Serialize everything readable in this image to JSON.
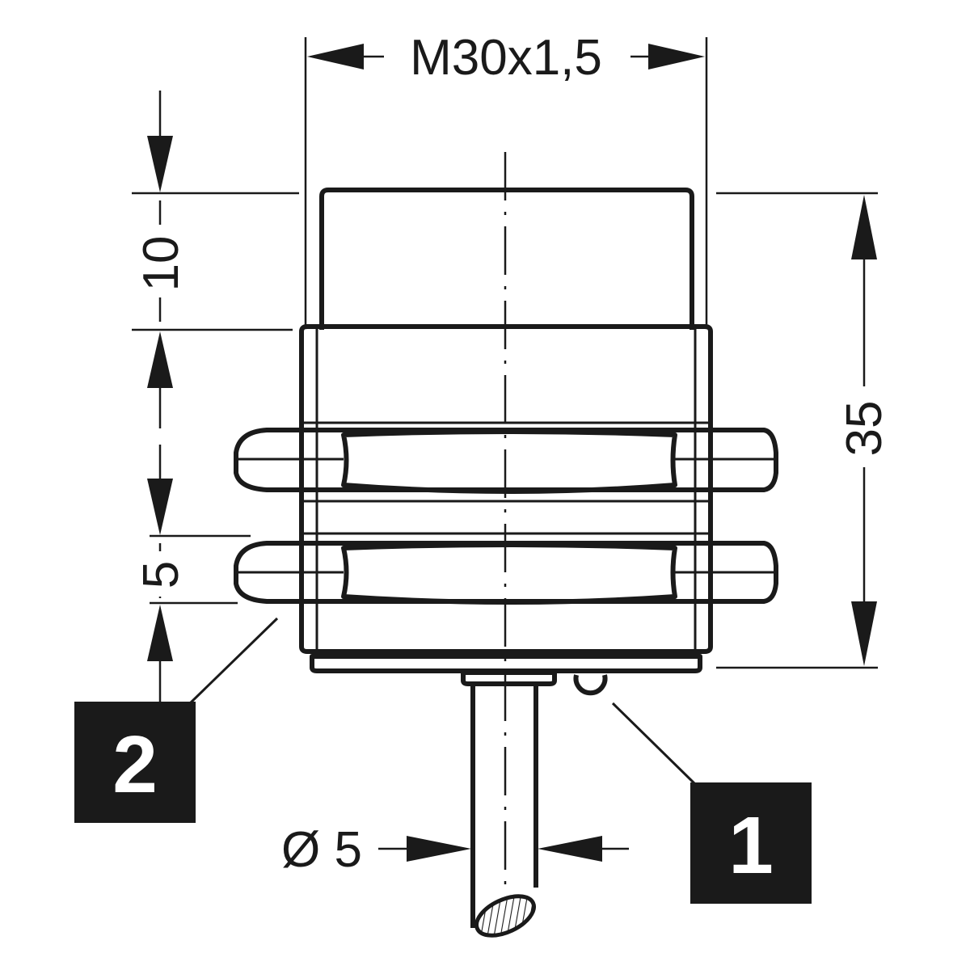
{
  "dimensions": {
    "thread": "M30x1,5",
    "sensing_face_length": "10",
    "body_length": "35",
    "nut_thickness": "5",
    "cable_diameter": "Ø 5"
  },
  "callouts": {
    "led": "1",
    "nut": "2"
  }
}
